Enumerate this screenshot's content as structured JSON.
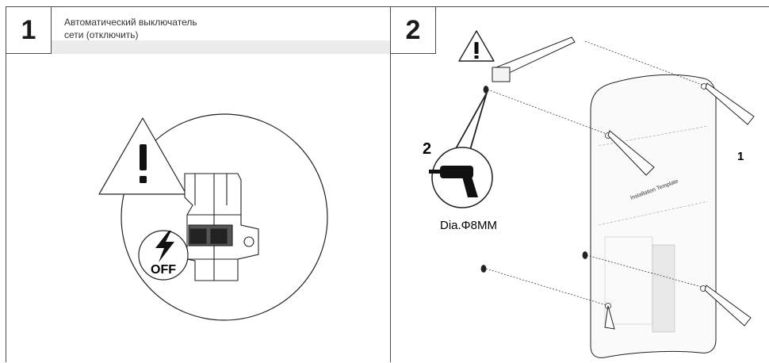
{
  "step1": {
    "number": "1",
    "caption_line1": "Автоматический выключатель",
    "caption_line2": "сети (отключить)",
    "off_label": "OFF"
  },
  "step2": {
    "number": "2",
    "drill_label": "Dia.Φ8MM",
    "marker_drill": "2",
    "marker_template": "1",
    "template_text": "Installation Template"
  },
  "colors": {
    "border": "#4a4a4a",
    "caption_band": "#ececec",
    "line": "#222222"
  }
}
